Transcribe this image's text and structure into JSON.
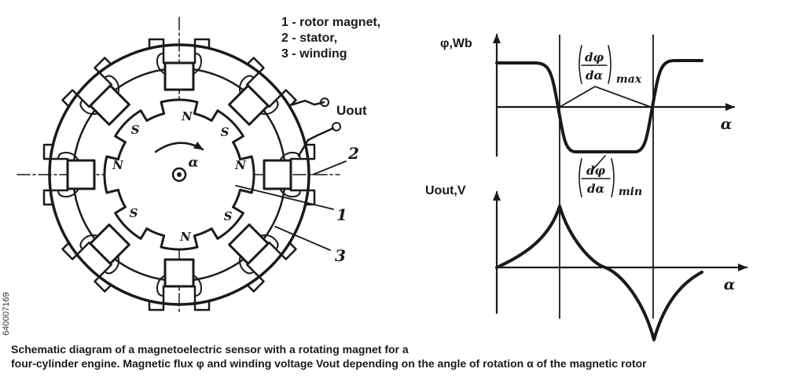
{
  "legend": {
    "items": [
      "1 - rotor magnet,",
      "2 - stator,",
      "3 - winding"
    ]
  },
  "sensor": {
    "pole_labels": [
      "N",
      "S",
      "N",
      "S",
      "N",
      "S",
      "N",
      "S"
    ],
    "rotation_label": "α",
    "output_label": "Uout",
    "callouts": [
      "2",
      "1",
      "3"
    ]
  },
  "flux_graph": {
    "y_label": "φ,Wb",
    "x_label": "α",
    "annotation_max_num": "dφ",
    "annotation_max_den": "dα",
    "annotation_max_sub": "max",
    "annotation_min_num": "dφ",
    "annotation_min_den": "dα",
    "annotation_min_sub": "min"
  },
  "voltage_graph": {
    "y_label": "Uout,V",
    "x_label": "α"
  },
  "caption": {
    "line1": "Schematic diagram of a magnetoelectric sensor with a rotating magnet for a",
    "line2": "four-cylinder engine. Magnetic flux φ and winding voltage Vout depending on the angle of rotation α of the magnetic rotor"
  },
  "side_id": "640007169",
  "colors": {
    "ink": "#1a1a1a",
    "background": "#ffffff"
  }
}
